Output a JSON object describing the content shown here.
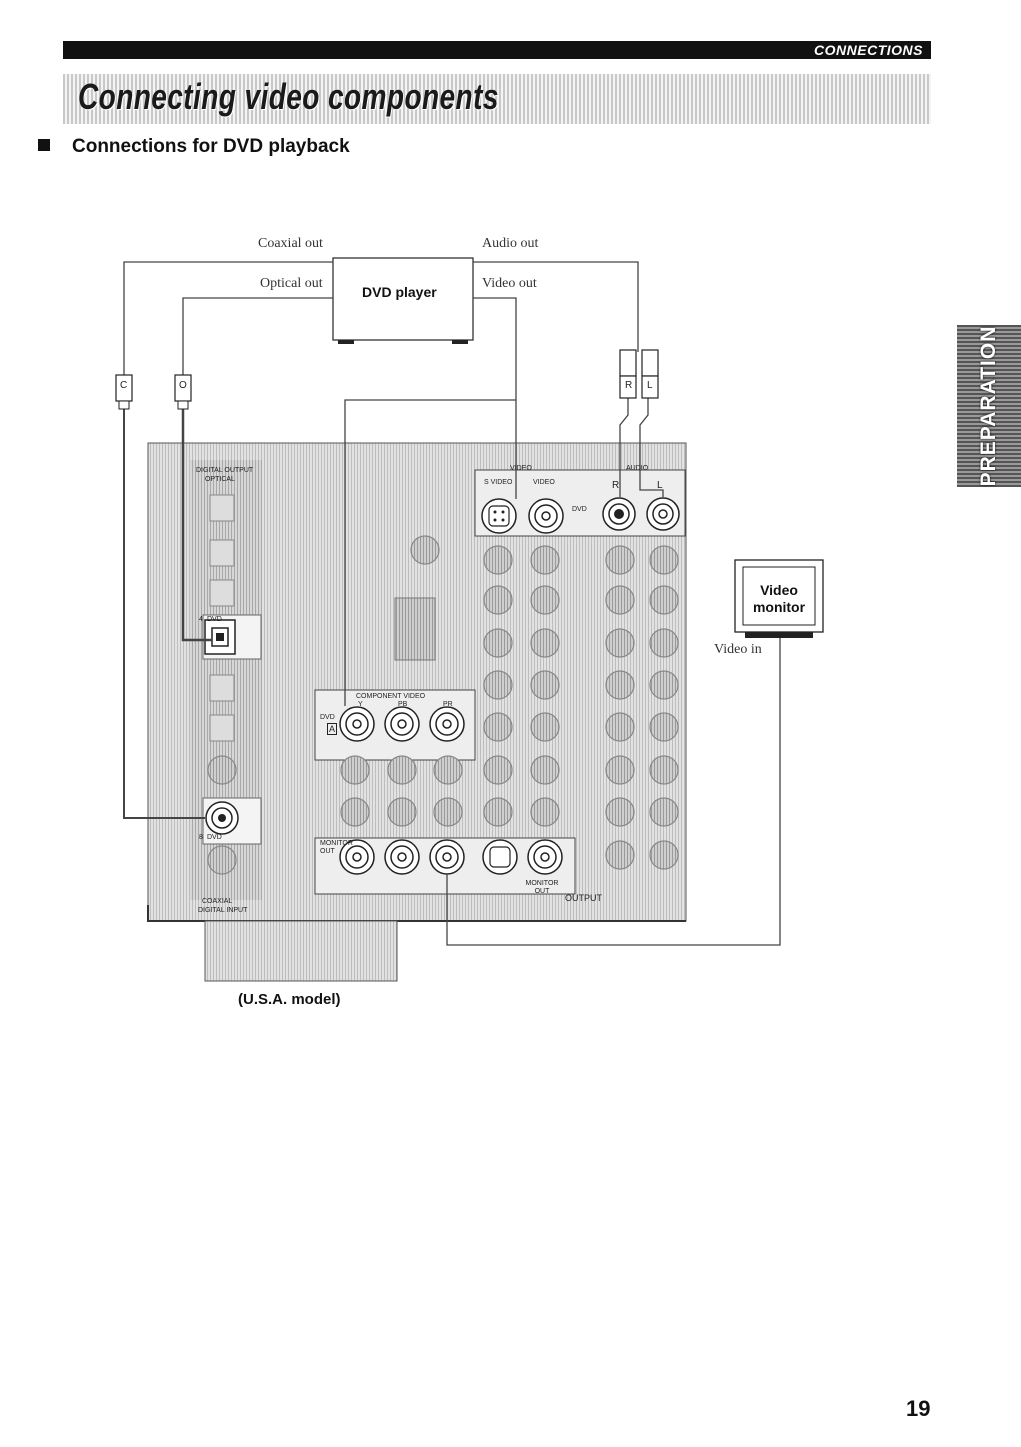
{
  "header": {
    "section_label": "CONNECTIONS",
    "title": "Connecting video components",
    "subsection": "Connections for DVD playback"
  },
  "side_tab": {
    "label": "PREPARATION"
  },
  "diagram": {
    "source_device": "DVD player",
    "outputs": {
      "coaxial": "Coaxial out",
      "optical": "Optical out",
      "audio": "Audio out",
      "video": "Video out"
    },
    "plug_letters": {
      "coaxial": "C",
      "optical": "O",
      "right": "R",
      "left": "L"
    },
    "monitor": {
      "label": "Video monitor",
      "input": "Video in"
    },
    "panel_labels": {
      "digital_output": "DIGITAL OUTPUT",
      "optical": "OPTICAL",
      "optical_dvd": "DVD",
      "optical_num": "4",
      "coaxial_dvd": "DVD",
      "coaxial_num": "8",
      "coaxial": "COAXIAL",
      "digital_input": "DIGITAL INPUT",
      "video": "VIDEO",
      "audio": "AUDIO",
      "s_video": "S VIDEO",
      "video_jack": "VIDEO",
      "dvd": "DVD",
      "audio_r": "R",
      "audio_l": "L",
      "component_video": "COMPONENT VIDEO",
      "comp_y": "Y",
      "comp_pb": "PB",
      "comp_pr": "PR",
      "comp_dvd": "DVD",
      "comp_a": "A",
      "monitor_out_left": "MONITOR OUT",
      "monitor_out": "MONITOR OUT",
      "output": "OUTPUT"
    },
    "caption": "(U.S.A. model)"
  },
  "page_number": "19"
}
